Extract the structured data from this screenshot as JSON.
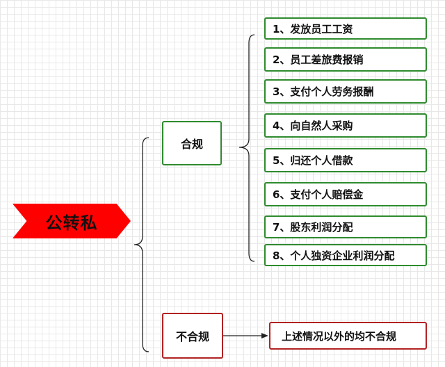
{
  "root": {
    "label": "公转私",
    "color": "#ff0000"
  },
  "compliant": {
    "label": "合规",
    "color": "#2e8b2e",
    "items": [
      "1、发放员工工资",
      "2、员工差旅费报销",
      "3、支付个人劳务报酬",
      "4、向自然人采购",
      "5、归还个人借款",
      "6、支付个人赔偿金",
      "7、股东利润分配",
      "8、个人独资企业利润分配"
    ]
  },
  "noncompliant": {
    "label": "不合规",
    "color": "#b22222",
    "item": "上述情况以外的均不合规"
  }
}
